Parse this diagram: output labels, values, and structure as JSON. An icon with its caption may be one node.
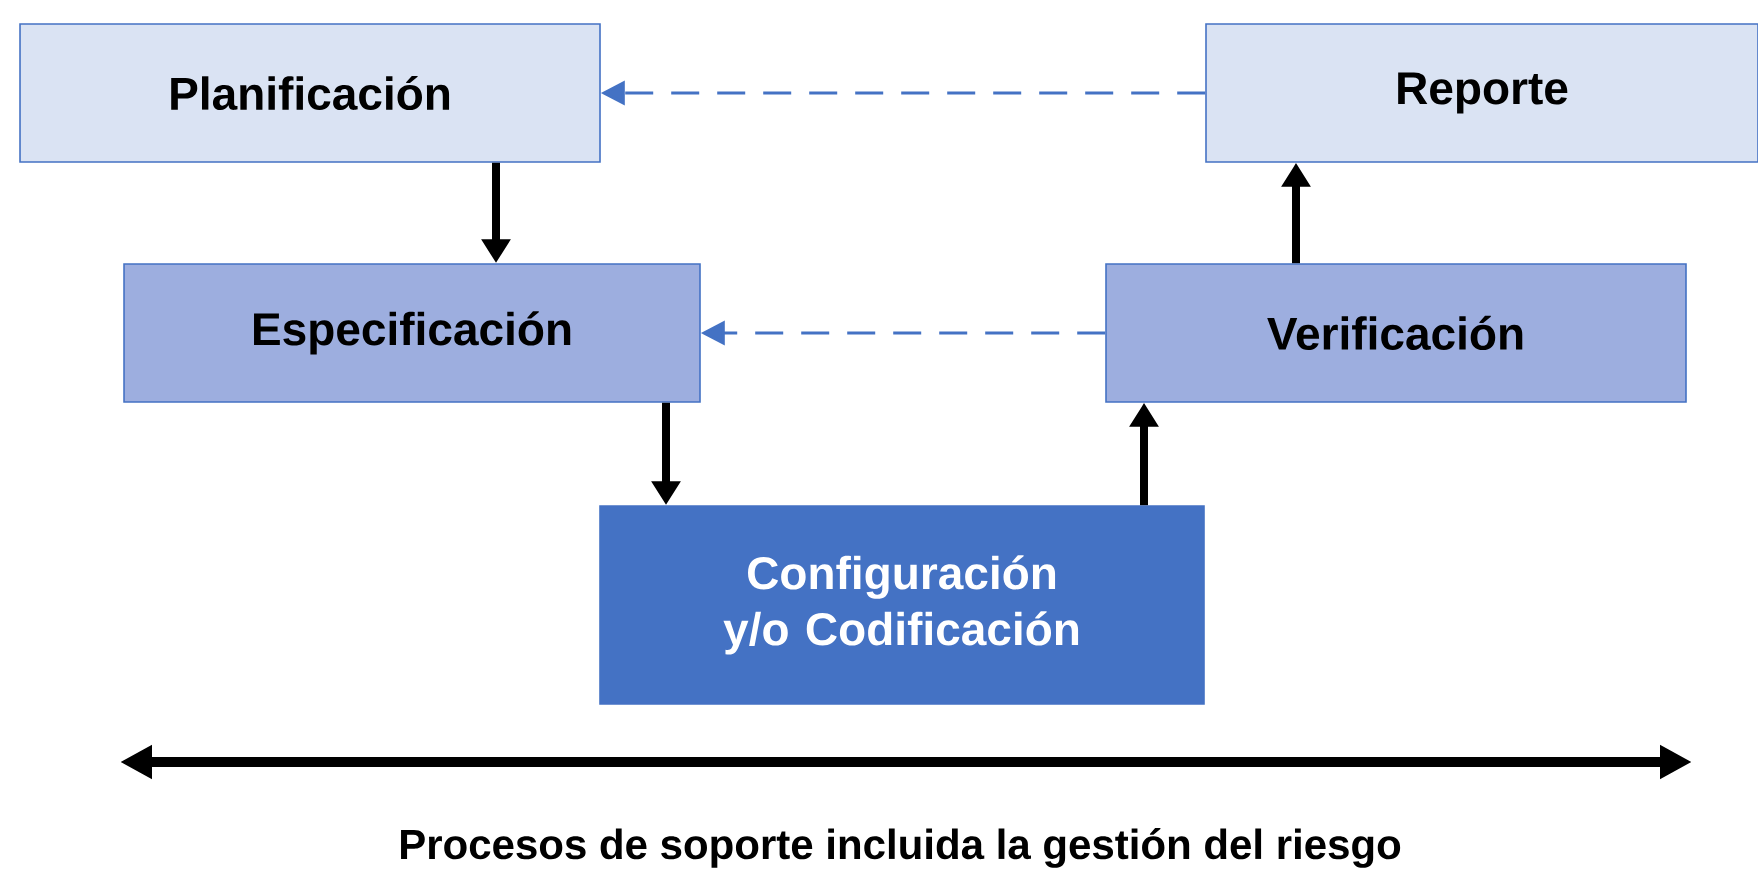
{
  "diagram": {
    "nodes": [
      {
        "text": [
          "Planificación"
        ]
      },
      {
        "text": [
          "Reporte"
        ]
      },
      {
        "text": [
          "Especificación"
        ]
      },
      {
        "text": [
          "Verificación"
        ]
      },
      {
        "text": [
          "Configuración y/o Codificación"
        ]
      }
    ],
    "edges": [
      {
        "from": 0,
        "to": 2,
        "arrow": "to"
      },
      {
        "from": 2,
        "to": 4,
        "arrow": "to"
      },
      {
        "from": 4,
        "to": 3,
        "arrow": "to"
      },
      {
        "from": 3,
        "to": 1,
        "arrow": "to"
      },
      {
        "from": 1,
        "to": 0,
        "arrow": "to",
        "style": "dashed",
        "color": "#4472c4"
      },
      {
        "from": 3,
        "to": 2,
        "arrow": "to",
        "style": "dashed",
        "color": "#4472c4"
      }
    ],
    "labels": [
      "Procesos de soporte incluida la gestión del riesgo"
    ]
  }
}
